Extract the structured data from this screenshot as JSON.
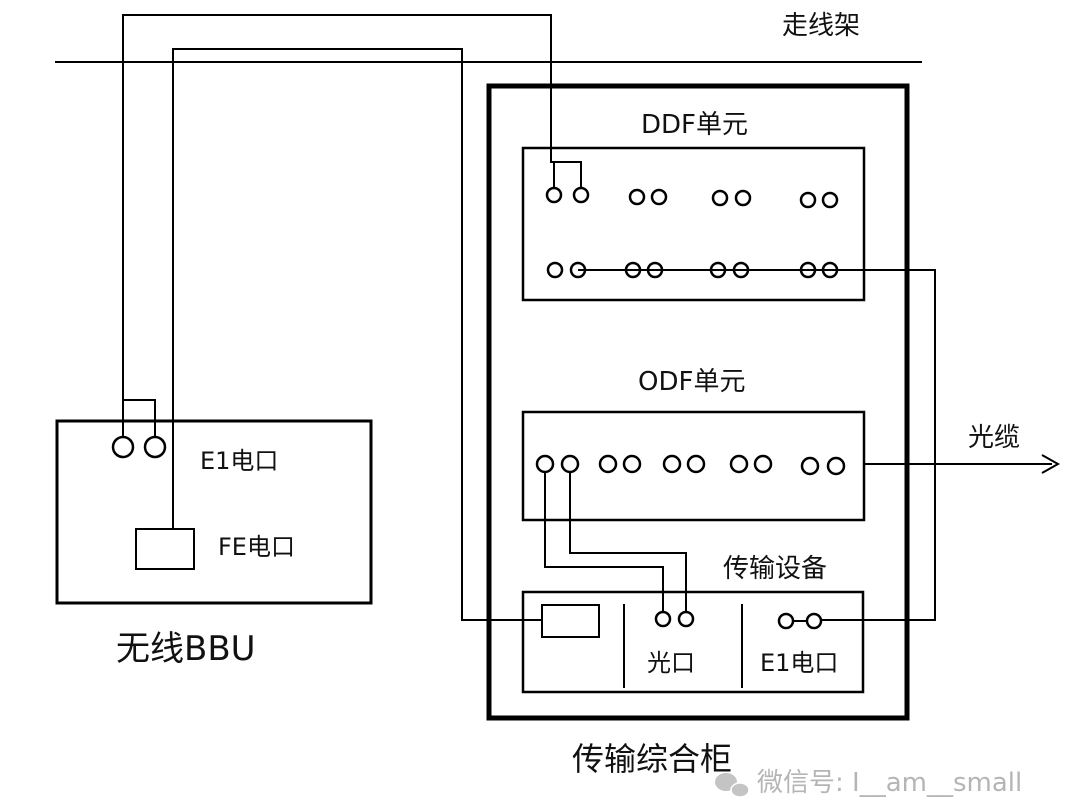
{
  "labels": {
    "cable_tray": "走线架",
    "ddf_unit": "DDF单元",
    "odf_unit": "ODF单元",
    "fiber_cable": "光缆",
    "bbu_e1_port": "E1电口",
    "bbu_fe_port": "FE电口",
    "bbu": "无线BBU",
    "transmission_device": "传输设备",
    "optical_port": "光口",
    "tx_e1_port": "E1电口",
    "cabinet": "传输综合柜"
  },
  "watermark": {
    "icon": "wechat-icon",
    "text": "微信号: I__am__small"
  },
  "colors": {
    "line": "#000000",
    "watermark": "#b5b5b5"
  }
}
